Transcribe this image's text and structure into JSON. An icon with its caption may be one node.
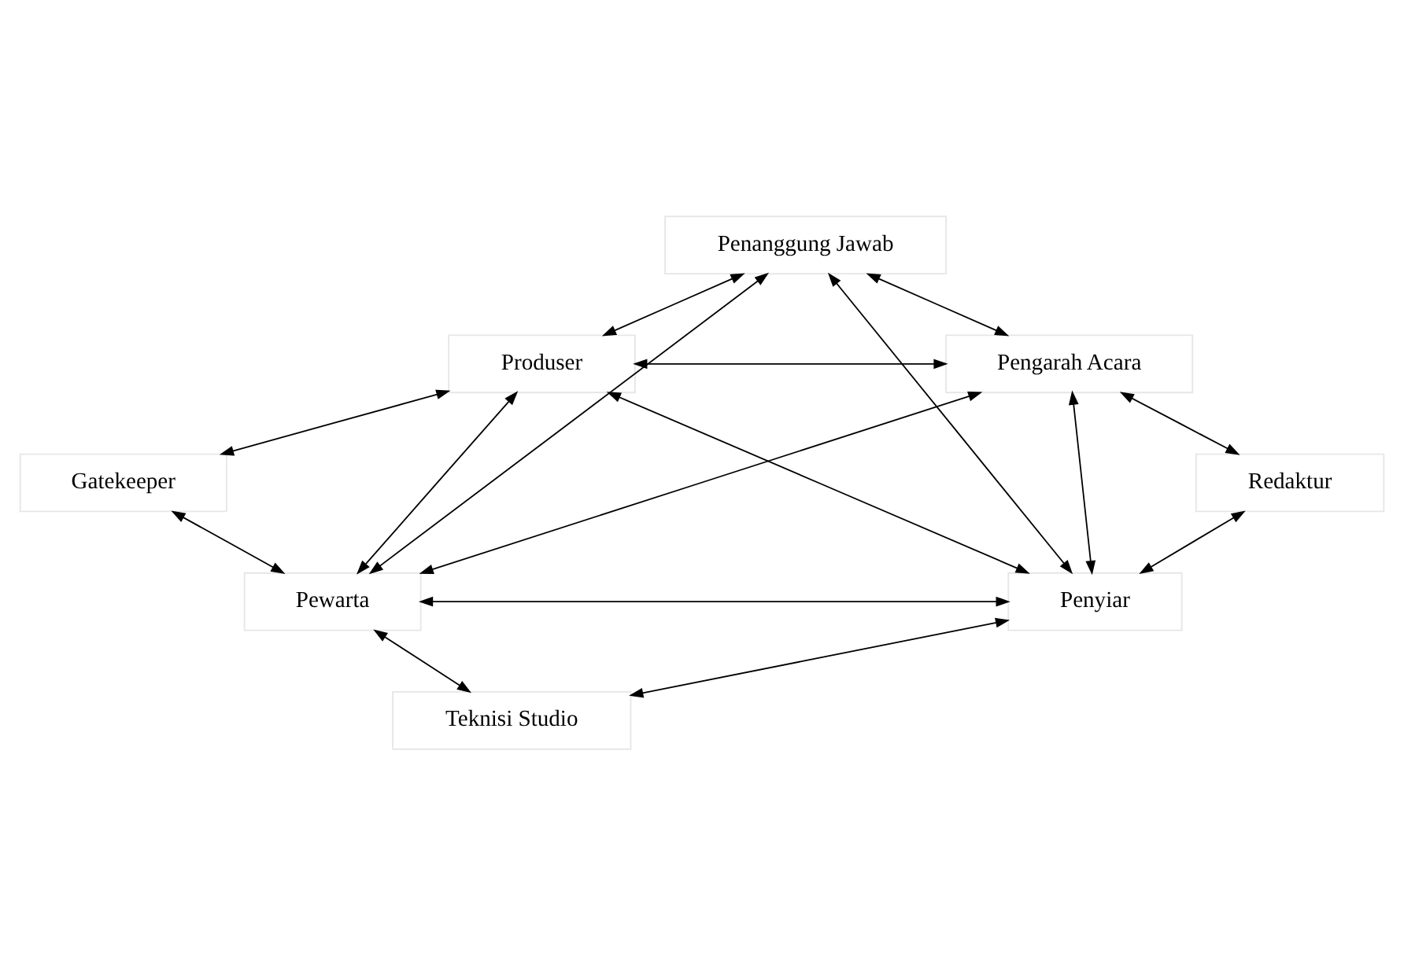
{
  "diagram": {
    "nodes": [
      {
        "text": [
          "Penanggung Jawab"
        ]
      },
      {
        "text": [
          "Produser"
        ]
      },
      {
        "text": [
          "Pengarah Acara"
        ]
      },
      {
        "text": [
          "Gatekeeper"
        ]
      },
      {
        "text": [
          "Redaktur"
        ]
      },
      {
        "text": [
          "Pewarta"
        ]
      },
      {
        "text": [
          "Penyiar"
        ]
      },
      {
        "text": [
          "Teknisi Studio"
        ]
      }
    ],
    "edges": [
      {
        "from": 0,
        "to": 1,
        "arrow": "both"
      },
      {
        "from": 0,
        "to": 2,
        "arrow": "both"
      },
      {
        "from": 0,
        "to": 5,
        "arrow": "both"
      },
      {
        "from": 0,
        "to": 6,
        "arrow": "both"
      },
      {
        "from": 1,
        "to": 2,
        "arrow": "both"
      },
      {
        "from": 1,
        "to": 3,
        "arrow": "both"
      },
      {
        "from": 1,
        "to": 5,
        "arrow": "both"
      },
      {
        "from": 1,
        "to": 6,
        "arrow": "both"
      },
      {
        "from": 2,
        "to": 5,
        "arrow": "both"
      },
      {
        "from": 2,
        "to": 4,
        "arrow": "both"
      },
      {
        "from": 2,
        "to": 6,
        "arrow": "both"
      },
      {
        "from": 3,
        "to": 5,
        "arrow": "both"
      },
      {
        "from": 4,
        "to": 6,
        "arrow": "both"
      },
      {
        "from": 5,
        "to": 6,
        "arrow": "both"
      },
      {
        "from": 5,
        "to": 7,
        "arrow": "both"
      },
      {
        "from": 6,
        "to": 7,
        "arrow": "both"
      }
    ]
  }
}
